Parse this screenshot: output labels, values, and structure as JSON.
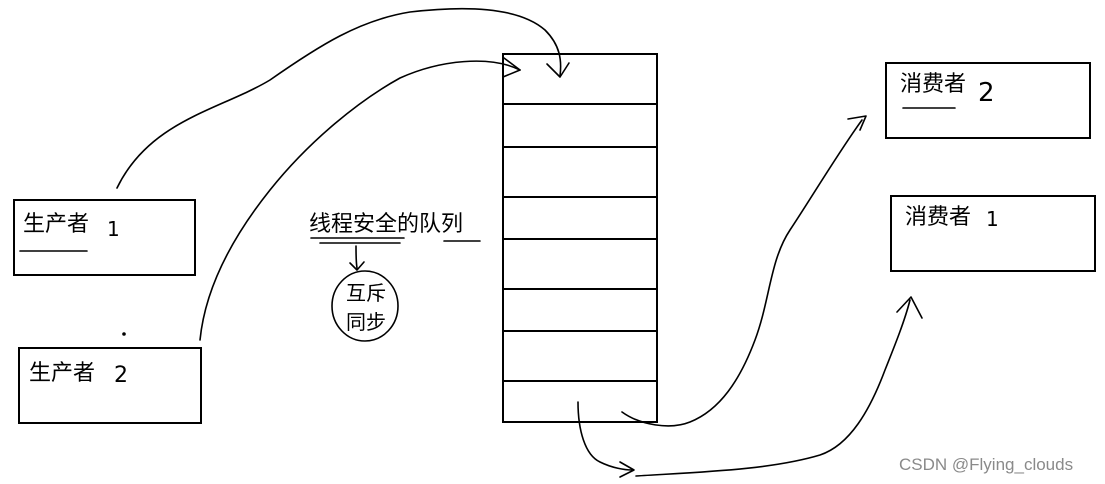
{
  "producers": [
    {
      "label": "生产者",
      "number": "1"
    },
    {
      "label": "生产者",
      "number": "2"
    }
  ],
  "consumers": [
    {
      "label": "消费者",
      "number": "2"
    },
    {
      "label": "消费者",
      "number": "1"
    }
  ],
  "queue": {
    "label": "线程安全的队列",
    "cell_count": 8
  },
  "mechanism": {
    "line1": "互斥",
    "line2": "同步"
  },
  "watermark": "CSDN @Flying_clouds"
}
